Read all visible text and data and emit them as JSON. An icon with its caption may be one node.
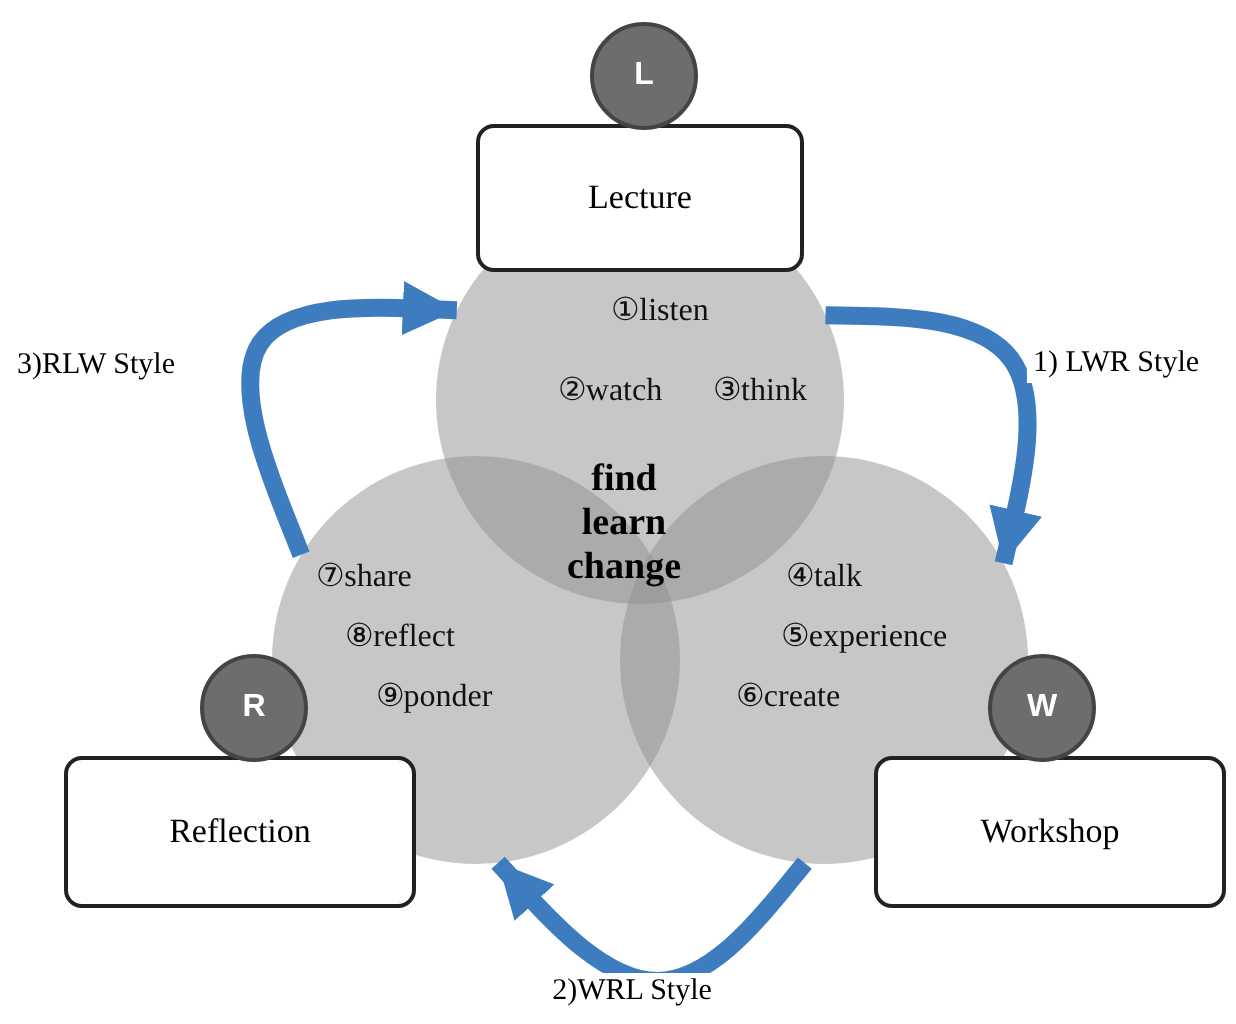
{
  "diagram": {
    "nodes": [
      {
        "text": [
          "①listen",
          "②watch",
          "③think"
        ]
      },
      {
        "text": [
          "④talk",
          "⑤experience",
          "⑥create"
        ]
      },
      {
        "text": [
          "⑦share",
          "⑧reflect",
          "⑨ponder"
        ]
      },
      {
        "text": [
          "Lecture"
        ]
      },
      {
        "text": [
          "L"
        ]
      },
      {
        "text": [
          "Workshop"
        ]
      },
      {
        "text": [
          "W"
        ]
      },
      {
        "text": [
          "Reflection"
        ]
      },
      {
        "text": [
          "R"
        ]
      }
    ],
    "edges": [
      {
        "from": 0,
        "to": 1,
        "arrow": "to",
        "label": "1) LWR Style"
      },
      {
        "from": 1,
        "to": 2,
        "arrow": "to",
        "label": "2)WRL Style"
      },
      {
        "from": 2,
        "to": 0,
        "arrow": "to",
        "label": "3)RLW Style"
      }
    ],
    "labels": [
      "find learn change"
    ]
  }
}
